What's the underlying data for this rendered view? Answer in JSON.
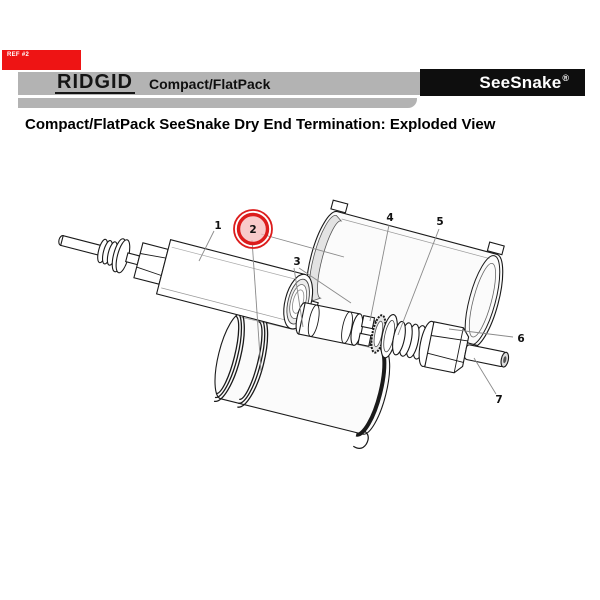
{
  "ref_tag": {
    "label": "REF #2",
    "color": "#ee1414"
  },
  "header": {
    "brand": "RIDGID",
    "product": "Compact/FlatPack",
    "bar_color": "#b3b3b3",
    "banner_name": "SeeSnake",
    "banner_reg": "®",
    "banner_bg": "#0e0e0e"
  },
  "page": {
    "title": "Compact/FlatPack SeeSnake Dry End Termination: Exploded View"
  },
  "diagram": {
    "kind": "exploded-view line illustration",
    "highlight": {
      "label": "2",
      "ring_color": "#dc1c1c",
      "fill_color": "#f5b9b9"
    },
    "callouts": [
      {
        "label": "1"
      },
      {
        "label": "2"
      },
      {
        "label": "3"
      },
      {
        "label": "4"
      },
      {
        "label": "5"
      },
      {
        "label": "6"
      },
      {
        "label": "7"
      }
    ]
  }
}
